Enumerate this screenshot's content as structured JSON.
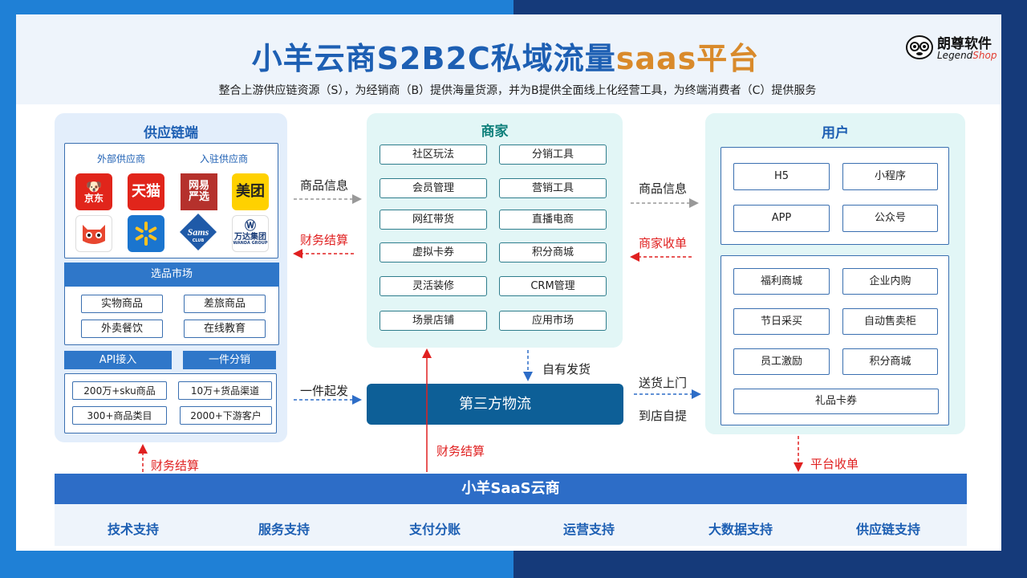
{
  "header": {
    "title_part1": "小羊云商S2B2C私域流量",
    "title_part2": "saas平台",
    "subtitle": "整合上游供应链资源（S），为经销商（B）提供海量货源，并为B提供全面线上化经营工具，为终端消费者（C）提供服务",
    "logo_cn": "朗尊软件",
    "logo_en_1": "Legend",
    "logo_en_2": "Shop"
  },
  "supply": {
    "title": "供应链端",
    "external_label": "外部供应商",
    "internal_label": "入驻供应商",
    "brands": [
      {
        "name": "京东",
        "color": "#e1251b"
      },
      {
        "name": "天猫",
        "color": "#e1251b"
      },
      {
        "name": "网易严选",
        "line1": "网易",
        "line2": "严选",
        "color": "#b5312c"
      },
      {
        "name": "美团",
        "color": "#ffd100"
      },
      {
        "name": "猫",
        "color": "#e8462f"
      },
      {
        "name": "walmart",
        "color": "#1a75cf"
      },
      {
        "name": "Sams",
        "sub": "CLUB",
        "color": "#1f5aa8"
      },
      {
        "name": "万达集团",
        "sub": "WANDA GROUP",
        "color": "#ffffff"
      }
    ],
    "market_title": "选品市场",
    "market_items": [
      "实物商品",
      "差旅商品",
      "外卖餐饮",
      "在线教育"
    ],
    "api_label": "API接入",
    "dist_label": "一件分销",
    "stats": [
      "200万+sku商品",
      "10万+货品渠道",
      "300+商品类目",
      "2000+下游客户"
    ]
  },
  "merchant": {
    "title": "商家",
    "items": [
      "社区玩法",
      "分销工具",
      "会员管理",
      "营销工具",
      "网红带货",
      "直播电商",
      "虚拟卡券",
      "积分商城",
      "灵活装修",
      "CRM管理",
      "场景店铺",
      "应用市场"
    ]
  },
  "user": {
    "title": "用户",
    "channels": [
      "H5",
      "小程序",
      "APP",
      "公众号"
    ],
    "scenes": [
      "福利商城",
      "企业内购",
      "节日采买",
      "自动售卖柜",
      "员工激励",
      "积分商城"
    ],
    "gift": "礼品卡券"
  },
  "flows": {
    "goods_info_left": "商品信息",
    "finance_left": "财务结算",
    "goods_info_right": "商品信息",
    "merchant_order": "商家收单",
    "self_ship": "自有发货",
    "one_piece": "一件起发",
    "delivery": "送货上门",
    "pickup": "到店自提",
    "finance_bottom_left": "财务结算",
    "finance_center": "财务结算",
    "platform_order": "平台收单"
  },
  "logistics": "第三方物流",
  "saas_bar": "小羊SaaS云商",
  "supports": [
    "技术支持",
    "服务支持",
    "支付分账",
    "运营支持",
    "大数据支持",
    "供应链支持"
  ],
  "colors": {
    "primary": "#1d5fb3",
    "accent": "#d98a2b",
    "red": "#e02020",
    "teal": "#0d7f7a",
    "logistics": "#0d5f97"
  }
}
